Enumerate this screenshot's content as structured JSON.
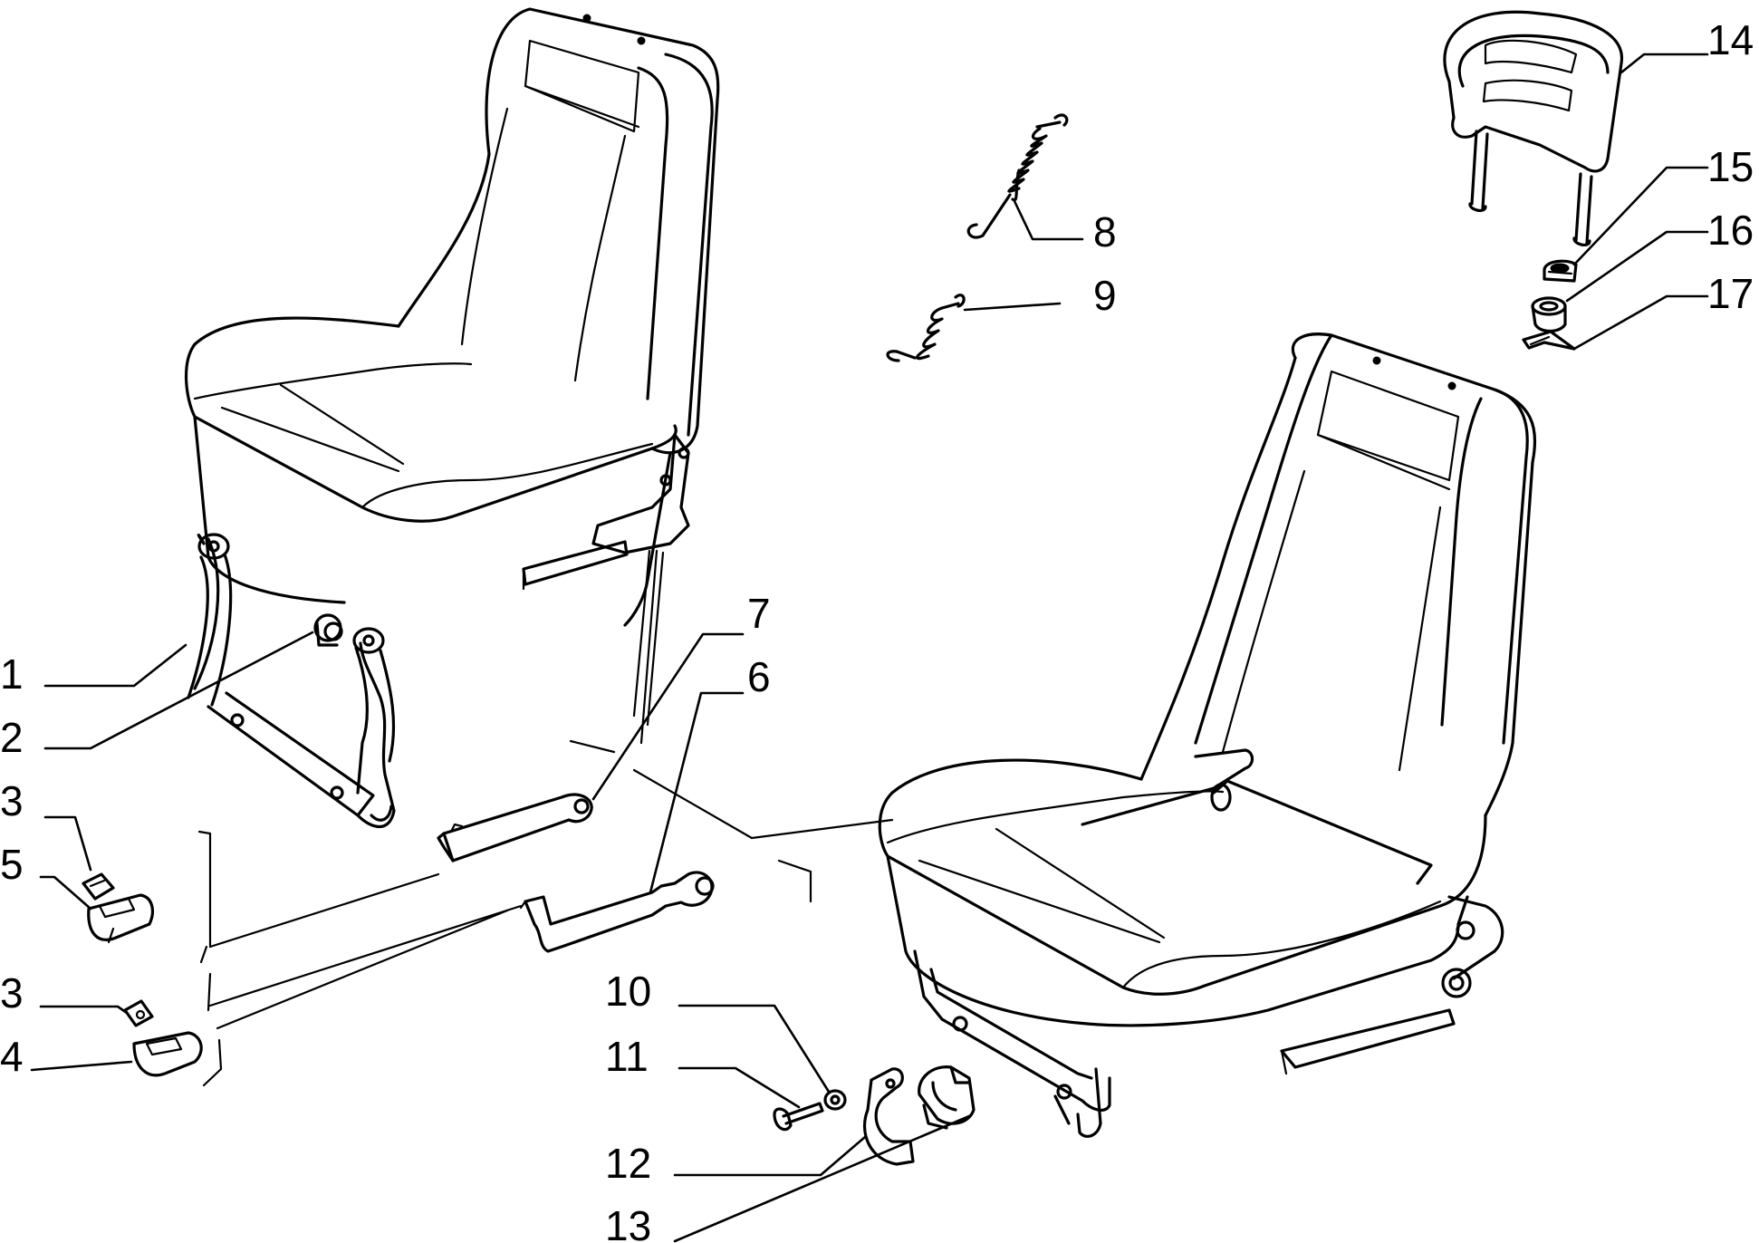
{
  "callouts": [
    {
      "id": "c1",
      "label": "1"
    },
    {
      "id": "c2",
      "label": "2"
    },
    {
      "id": "c3a",
      "label": "3"
    },
    {
      "id": "c5",
      "label": "5"
    },
    {
      "id": "c3b",
      "label": "3"
    },
    {
      "id": "c4",
      "label": "4"
    },
    {
      "id": "c7",
      "label": "7"
    },
    {
      "id": "c6",
      "label": "6"
    },
    {
      "id": "c8",
      "label": "8"
    },
    {
      "id": "c9",
      "label": "9"
    },
    {
      "id": "c10",
      "label": "10"
    },
    {
      "id": "c11",
      "label": "11"
    },
    {
      "id": "c12",
      "label": "12"
    },
    {
      "id": "c13",
      "label": "13"
    },
    {
      "id": "c14",
      "label": "14"
    },
    {
      "id": "c15",
      "label": "15"
    },
    {
      "id": "c16",
      "label": "16"
    },
    {
      "id": "c17",
      "label": "17"
    }
  ]
}
